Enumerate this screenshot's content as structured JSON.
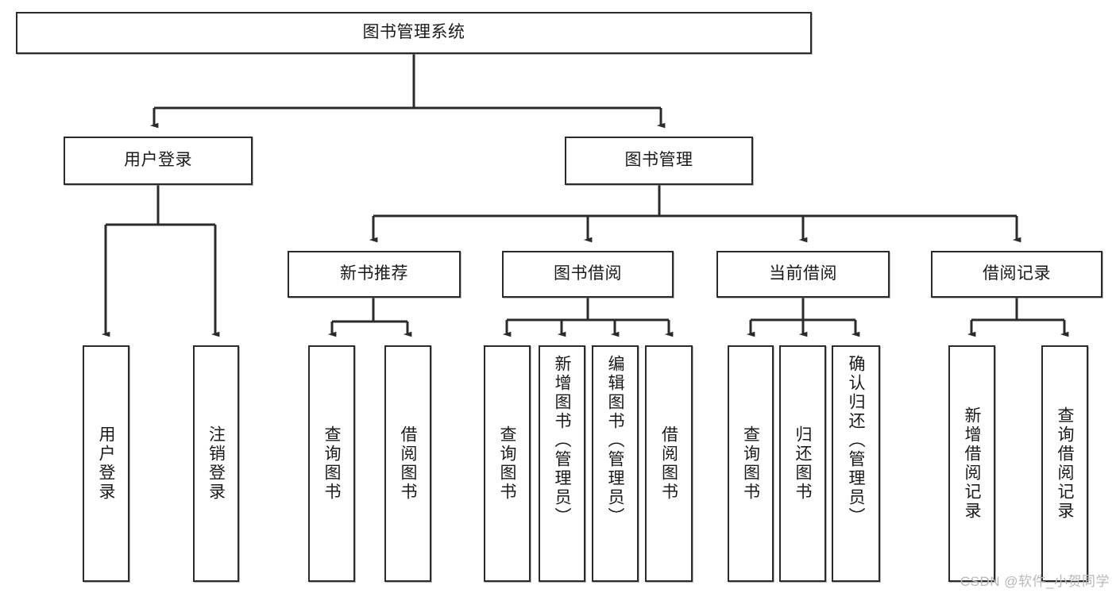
{
  "diagram": {
    "title_node": "图书管理系统",
    "watermark": "CSDN @软件_小贺同学",
    "line_color": "#2b2b2b",
    "box_fill": "#ffffff",
    "text_color": "#1a1a1a",
    "level2": [
      {
        "id": "user-login",
        "label": "用户登录"
      },
      {
        "id": "book-management",
        "label": "图书管理"
      }
    ],
    "level3": [
      {
        "id": "new-book-recommend",
        "label": "新书推荐"
      },
      {
        "id": "book-borrow",
        "label": "图书借阅"
      },
      {
        "id": "current-borrow",
        "label": "当前借阅"
      },
      {
        "id": "borrow-record",
        "label": "借阅记录"
      }
    ],
    "leaves": {
      "user_login": [
        {
          "id": "leaf-user-login",
          "label": "用户登录"
        },
        {
          "id": "leaf-logout-login",
          "label": "注销登录"
        }
      ],
      "new_book_recommend": [
        {
          "id": "leaf-query-book-1",
          "label": "查询图书"
        },
        {
          "id": "leaf-borrow-book-1",
          "label": "借阅图书"
        }
      ],
      "book_borrow": [
        {
          "id": "leaf-query-book-2",
          "label": "查询图书"
        },
        {
          "id": "leaf-add-book",
          "label": "新增图书（管理员）"
        },
        {
          "id": "leaf-edit-book",
          "label": "编辑图书（管理员）"
        },
        {
          "id": "leaf-borrow-book-2",
          "label": "借阅图书"
        }
      ],
      "current_borrow": [
        {
          "id": "leaf-query-book-3",
          "label": "查询图书"
        },
        {
          "id": "leaf-return-book",
          "label": "归还图书"
        },
        {
          "id": "leaf-confirm-return",
          "label": "确认归还（管理员）"
        }
      ],
      "borrow_record": [
        {
          "id": "leaf-add-record",
          "label": "新增借阅记录"
        },
        {
          "id": "leaf-query-record",
          "label": "查询借阅记录"
        }
      ]
    }
  }
}
